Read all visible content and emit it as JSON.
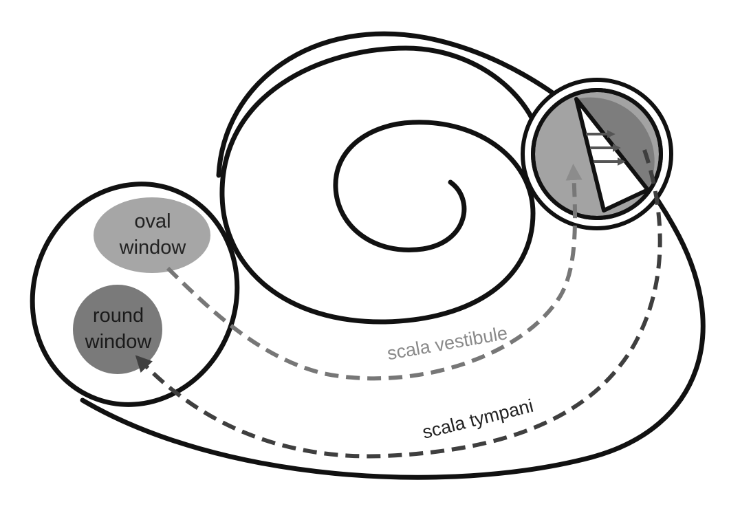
{
  "labels": {
    "oval_window_line1": "oval",
    "oval_window_line2": "window",
    "round_window_line1": "round",
    "round_window_line2": "window",
    "scala_vestibule": "scala vestibule",
    "scala_tympani": "scala tympani"
  },
  "colors": {
    "outline": "#111111",
    "oval_window_fill": "#a6a6a6",
    "round_window_fill": "#7a7a7a",
    "vestibule_path": "#777777",
    "tympani_path": "#3f3f3f",
    "section_light": "#a3a3a3",
    "section_dark": "#7d7d7d",
    "text_dark": "#222222",
    "text_light": "#8a8a8a"
  }
}
